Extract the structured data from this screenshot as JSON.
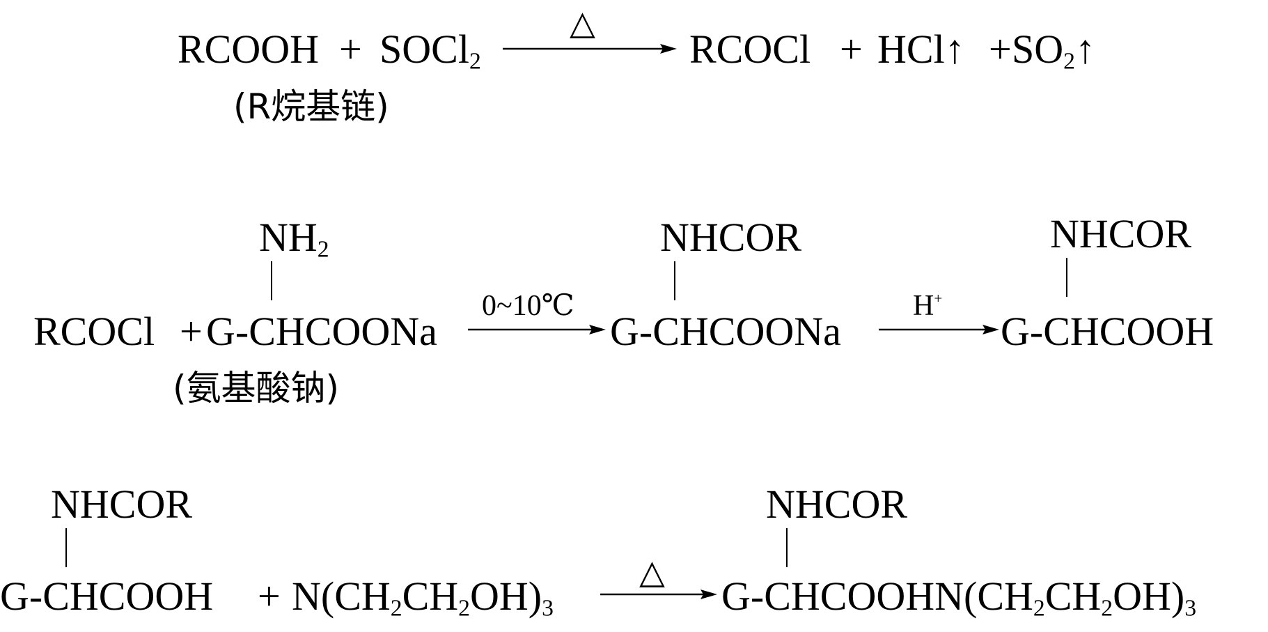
{
  "reaction1": {
    "reactant_a": "RCOOH",
    "plus_1": "+",
    "reactant_b_main": "SOCl",
    "reactant_b_sub": "2",
    "condition": "△",
    "product_a": "RCOCl",
    "plus_2": "+",
    "product_b": "HCl↑",
    "plus_3": "+",
    "product_c_main": "SO",
    "product_c_sub": "2",
    "product_c_gas": "↑",
    "note": "(R烷基链)"
  },
  "reaction2": {
    "reactant_a": "RCOCl",
    "plus": "+",
    "amino_group_main": "NH",
    "amino_group_sub": "2",
    "amino_backbone": "G-CHCOONa",
    "amino_note": "(氨基酸钠)",
    "condition_1": "0~10℃",
    "intermediate_substituent": "NHCOR",
    "intermediate_backbone": "G-CHCOONa",
    "condition_2_main": "H",
    "condition_2_sup": "+",
    "product_substituent": "NHCOR",
    "product_backbone": "G-CHCOOH"
  },
  "reaction3": {
    "reactant_substituent": "NHCOR",
    "reactant_backbone": "G-CHCOOH",
    "plus": "+",
    "amine": {
      "p1": "N(CH",
      "s1": "2",
      "p2": "CH",
      "s2": "2",
      "p3": "OH)",
      "s3": "3"
    },
    "condition": "△",
    "product_substituent": "NHCOR",
    "product": {
      "p1": "G-CHCOOHN(CH",
      "s1": "2",
      "p2": "CH",
      "s2": "2",
      "p3": "OH)",
      "s3": "3"
    }
  }
}
